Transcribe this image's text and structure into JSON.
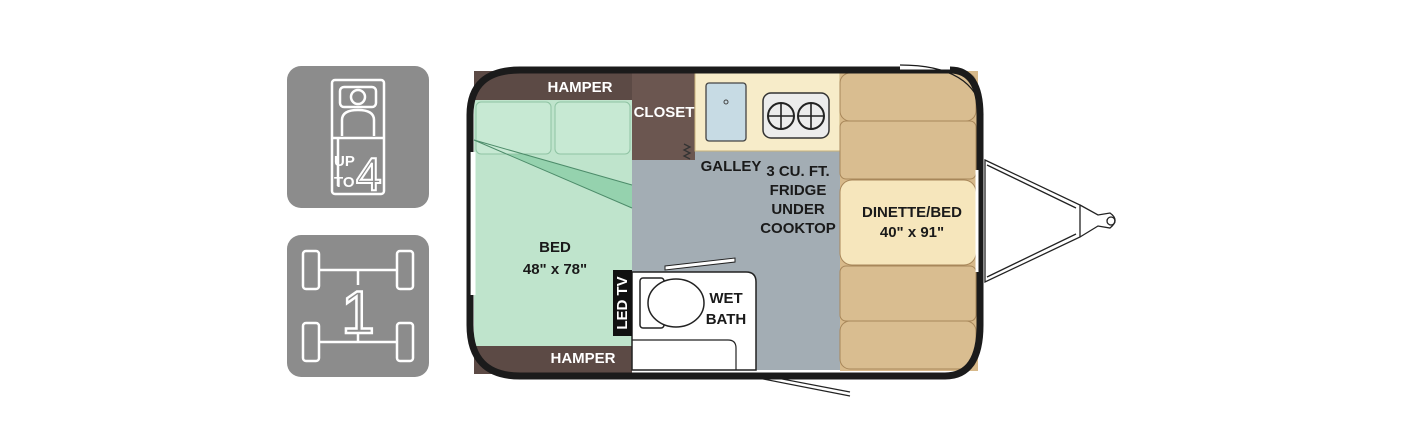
{
  "badges": {
    "sleeps": {
      "up": "UP",
      "to": "TO",
      "number": "4",
      "icon": "bed-person-icon"
    },
    "axles": {
      "number": "1",
      "icon": "axle-icon"
    }
  },
  "floorplan": {
    "labels": {
      "hamper_top": "HAMPER",
      "hamper_bottom": "HAMPER",
      "closet": "CLOSET",
      "galley": "GALLEY",
      "fridge": [
        "3 CU. FT.",
        "FRIDGE",
        "UNDER",
        "COOKTOP"
      ],
      "dinette": [
        "DINETTE/BED",
        "40\" x 91\""
      ],
      "bed": [
        "BED",
        "48\" x 78\""
      ],
      "led_tv": "LED TV",
      "wet_bath": [
        "WET",
        "BATH"
      ]
    }
  },
  "colors": {
    "badge_bg": "#8c8c8c",
    "hamper": "#5c4a45",
    "closet": "#6b5650",
    "bed": "#bfe4cc",
    "floor": "#a3adb4",
    "dinette": "#d7b98a",
    "dinette_table": "#f6e6bc",
    "galley_counter": "#f7ecc9",
    "wall": "#1b1b1b"
  }
}
